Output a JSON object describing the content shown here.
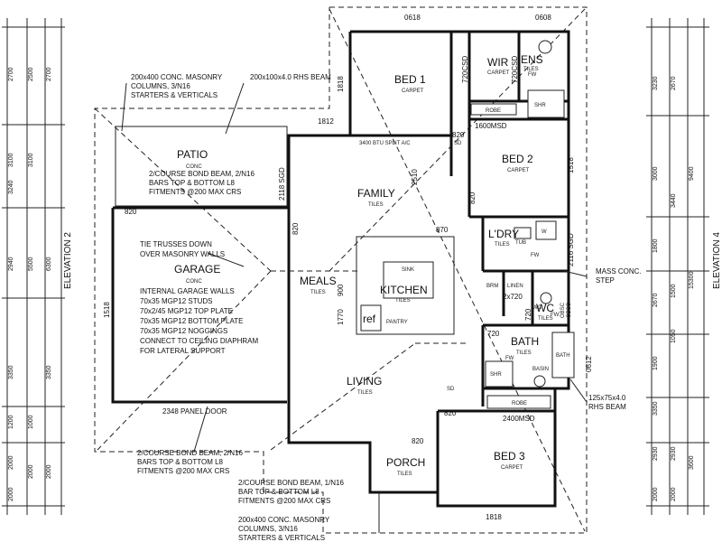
{
  "rooms": {
    "bed1": {
      "label": "BED 1",
      "sub": "CARPET"
    },
    "wir": {
      "label": "WIR",
      "sub": "CARPET"
    },
    "ens": {
      "label": "ENS",
      "sub": "TILES"
    },
    "bed2": {
      "label": "BED 2",
      "sub": "CARPET"
    },
    "patio": {
      "label": "PATIO",
      "sub": "CONC"
    },
    "family": {
      "label": "FAMILY",
      "sub": "TILES"
    },
    "ldry": {
      "label": "L'DRY",
      "sub": "TILES"
    },
    "garage": {
      "label": "GARAGE",
      "sub": "CONC"
    },
    "meals": {
      "label": "MEALS",
      "sub": "TILES"
    },
    "kitchen": {
      "label": "KITCHEN",
      "sub": "TILES"
    },
    "pantry": {
      "label": "PANTRY"
    },
    "linen": {
      "label": "LINEN"
    },
    "brm": {
      "label": "BRM"
    },
    "wc": {
      "label": "WC",
      "sub": "TILES"
    },
    "bath": {
      "label": "BATH",
      "sub": "TILES"
    },
    "basin": {
      "label": "BASIN"
    },
    "living": {
      "label": "LIVING",
      "sub": "TILES"
    },
    "bed3": {
      "label": "BED 3",
      "sub": "CARPET"
    },
    "porch": {
      "label": "PORCH",
      "sub": "TILES"
    }
  },
  "fixtures": {
    "shr1": "SHR",
    "shr2": "SHR",
    "robe1": "ROBE",
    "robe2": "ROBE",
    "tub": "TUB",
    "fw1": "FW",
    "fw2": "FW",
    "fw3": "FW",
    "fw4": "FW",
    "sink": "SINK",
    "ref": "ref",
    "wm": "W",
    "bath_mark": "BATH",
    "sd1": "SD",
    "sd2": "SD",
    "wc_mark": "WC"
  },
  "dimensions": {
    "top_left": "0618",
    "top_right": "0608",
    "d1818_top": "1818",
    "d1812": "1812",
    "d720csd_a": "720CSD",
    "d720csd_b": "720CSD",
    "d1600msd": "1600MSD",
    "d820_bed1": "820",
    "d820_bed2": "820",
    "d1518_bed2": "1518",
    "d2510": "2510",
    "d2118sgd": "2118 SGD",
    "d820_patio": "820",
    "d820_garage": "820",
    "d1518_garage": "1518",
    "d870": "870",
    "d2116sgd": "2116 SGD",
    "d900": "900",
    "d1770": "1770",
    "d2x720": "2x720",
    "d720_wc": "720",
    "d720_bath": "720",
    "d0612": "0612",
    "d820_living": "820",
    "d2400msd": "2400MSD",
    "d820_porch": "820",
    "d1818_bottom": "1818",
    "panel_door": "2348 PANEL DOOR",
    "ac": "3400 BTU SPLIT A/C",
    "obsc1": "OBSC",
    "obsc2": "OBSC"
  },
  "notes": {
    "masonry_top": [
      "200x400 CONC. MASONRY",
      "COLUMNS, 3/N16",
      "STARTERS & VERTICALS"
    ],
    "rhs_top": "200x100x4.0 RHS BEAM",
    "patio_beam": [
      "2/COURSE BOND BEAM, 2/N16",
      "BARS TOP & BOTTOM L8",
      "FITMENTS @200 MAX CRS"
    ],
    "tie_trusses": [
      "TIE TRUSSES DOWN",
      "OVER MASONRY WALLS"
    ],
    "garage_walls": [
      "INTERNAL GARAGE WALLS",
      "70x35 MGP12 STUDS",
      "70x2/45 MGP12 TOP PLATE",
      "70x35 MGP12 BOTTOM PLATE",
      "70x35 MGP12 NOGGINGS",
      "CONNECT TO CEILING DIAPHRAM",
      "FOR LATERAL SUPPORT"
    ],
    "bond_beam_bottom": [
      "2/COURSE BOND BEAM, 2/N16",
      "BARS TOP & BOTTOM L8",
      "FITMENTS @200 MAX CRS"
    ],
    "bond_beam_porch": [
      "2/COURSE BOND BEAM, 1/N16",
      "BAR TOP & BOTTOM L8",
      "FITMENTS @200 MAX CRS"
    ],
    "masonry_bottom": [
      "200x400 CONC. MASONRY",
      "COLUMNS, 3/N16",
      "STARTERS & VERTICALS"
    ],
    "mass_conc": [
      "MASS CONC.",
      "STEP"
    ],
    "rhs_right": [
      "125x75x4.0",
      "RHS BEAM"
    ]
  },
  "elevations": {
    "left": "ELEVATION 2",
    "right": "ELEVATION 4",
    "left_dims_a": [
      "2700",
      "3100",
      "3240",
      "2940",
      "3350",
      "1200",
      "2000",
      "2000"
    ],
    "left_dims_b": [
      "2500",
      "3100",
      "5500",
      "1000",
      "2000"
    ],
    "left_dims_c": [
      "2700",
      "6300",
      "3350",
      "2000"
    ],
    "right_dims_a": [
      "3230",
      "3000",
      "1800",
      "2670",
      "1900",
      "3350",
      "2930",
      "2000"
    ],
    "right_dims_b": [
      "2670",
      "3440",
      "1500",
      "1050",
      "2930",
      "2000"
    ],
    "right_dims_c": [
      "9400",
      "15300",
      "3600"
    ]
  }
}
